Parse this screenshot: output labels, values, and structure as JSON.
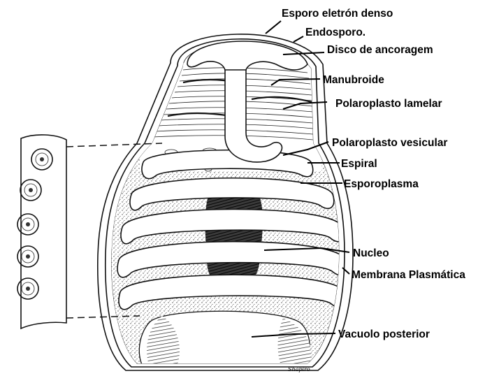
{
  "labels": {
    "exospore": "Esporo eletrón denso",
    "endospore": "Endosporo.",
    "anchoring_disc": "Disco de ancoragem",
    "manubroid": "Manubroide",
    "lamellar_polaroplast": "Polaroplasto lamelar",
    "vesicular_polaroplast": "Polaroplasto vesicular",
    "coil": "Espiral",
    "sporoplasm": "Esporoplasma",
    "nucleus": "Nucleo",
    "plasma_membrane": "Membrana Plasmática",
    "posterior_vacuole": "Vacuolo posterior"
  },
  "signature": "Shapiro",
  "colors": {
    "ink": "#111111",
    "paper": "#ffffff",
    "stipple": "#8a8a8a",
    "dark": "#2a2a2a"
  }
}
